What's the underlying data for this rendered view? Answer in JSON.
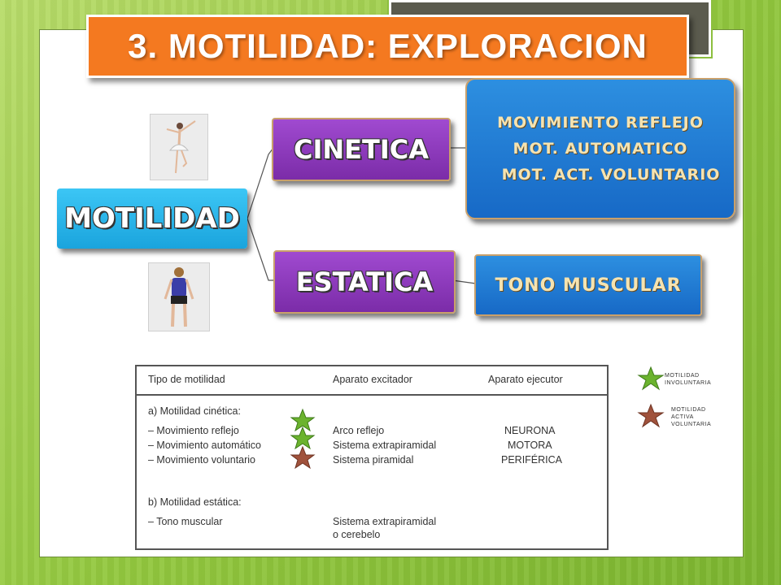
{
  "slide": {
    "title": "3. MOTILIDAD: EXPLORACION"
  },
  "diagram": {
    "root": "MOTILIDAD",
    "branches": {
      "cinetica": "CINETICA",
      "estatica": "ESTATICA"
    },
    "cinetica_items": [
      "MOVIMIENTO REFLEJO",
      "MOT. AUTOMATICO",
      "MOT. ACT. VOLUNTARIO"
    ],
    "estatica_item": "TONO MUSCULAR"
  },
  "table": {
    "headers": [
      "Tipo de motilidad",
      "Aparato excitador",
      "Aparato ejecutor"
    ],
    "section_a": "a)  Motilidad cinética:",
    "section_a_rows": [
      {
        "tipo": "– Movimiento reflejo",
        "excitador": "Arco reflejo"
      },
      {
        "tipo": "– Movimiento automático",
        "excitador": "Sistema extrapiramidal"
      },
      {
        "tipo": "– Movimiento voluntario",
        "excitador": "Sistema piramidal"
      }
    ],
    "ejecutor_lines": [
      "NEURONA",
      "MOTORA",
      "PERIFÉRICA"
    ],
    "section_b": "b) Motilidad estática:",
    "section_b_row": {
      "tipo": "– Tono muscular",
      "excitador_1": "Sistema extrapiramidal",
      "excitador_2": "o cerebelo"
    }
  },
  "legend": {
    "involuntaria_lines": [
      "MOTILIDAD",
      "INVOLUNTARIA"
    ],
    "voluntaria_lines": [
      "MOTILIDAD",
      "ACTIVA",
      "VOLUNTARIA"
    ]
  },
  "colors": {
    "title_bg": "#f47920",
    "root_box": "#1aa4dd",
    "branch_box": "#7b2ca8",
    "leaf_box": "#1769c6",
    "star_green": "#6bb32e",
    "star_brown": "#a0523c"
  }
}
